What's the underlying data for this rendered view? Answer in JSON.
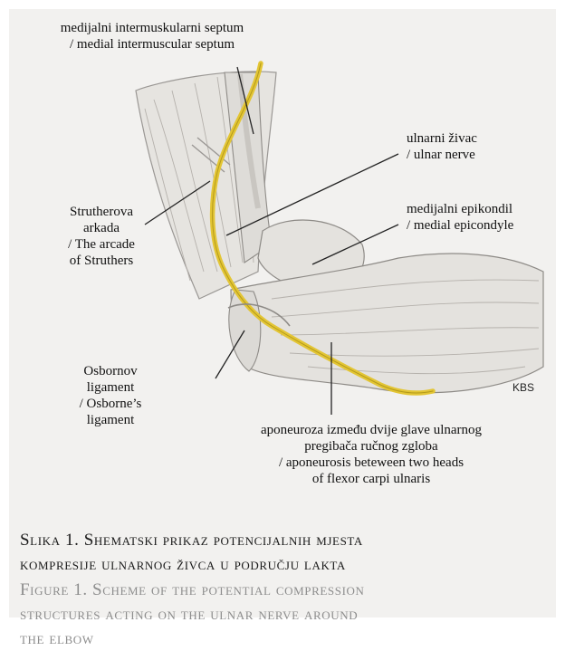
{
  "labels": {
    "septum": [
      "medijalni intermuskularni septum",
      "/ medial intermuscular septum"
    ],
    "ulnar_nerve": [
      "ulnarni živac",
      "/ ulnar nerve"
    ],
    "epicondyle": [
      "medijalni epikondil",
      "/ medial epicondyle"
    ],
    "struthers": [
      "Strutherova",
      "arkada",
      "/ The arcade",
      "of Struthers"
    ],
    "osborne": [
      "Osbornov",
      "ligament",
      "/ Osborne’s",
      "ligament"
    ],
    "aponeurosis": [
      "aponeuroza između dvije glave ulnarnog",
      "pregibača ručnog zgloba",
      "/ aponeurosis beteween two heads",
      "of flexor carpi ulnaris"
    ]
  },
  "signature": "KBS",
  "caption": {
    "croatian": [
      "Slika 1. Shematski prikaz potencijalnih mjesta",
      "kompresije ulnarnog živca u području lakta"
    ],
    "english": [
      "Figure 1. Scheme of the potential compression",
      "structures acting on the ulnar nerve around",
      "the elbow"
    ]
  },
  "colors": {
    "nerve": "#e3c534",
    "caption_hr": "#1a1a1a",
    "caption_en": "#8d8d8d",
    "panel": "#f2f1ef"
  }
}
